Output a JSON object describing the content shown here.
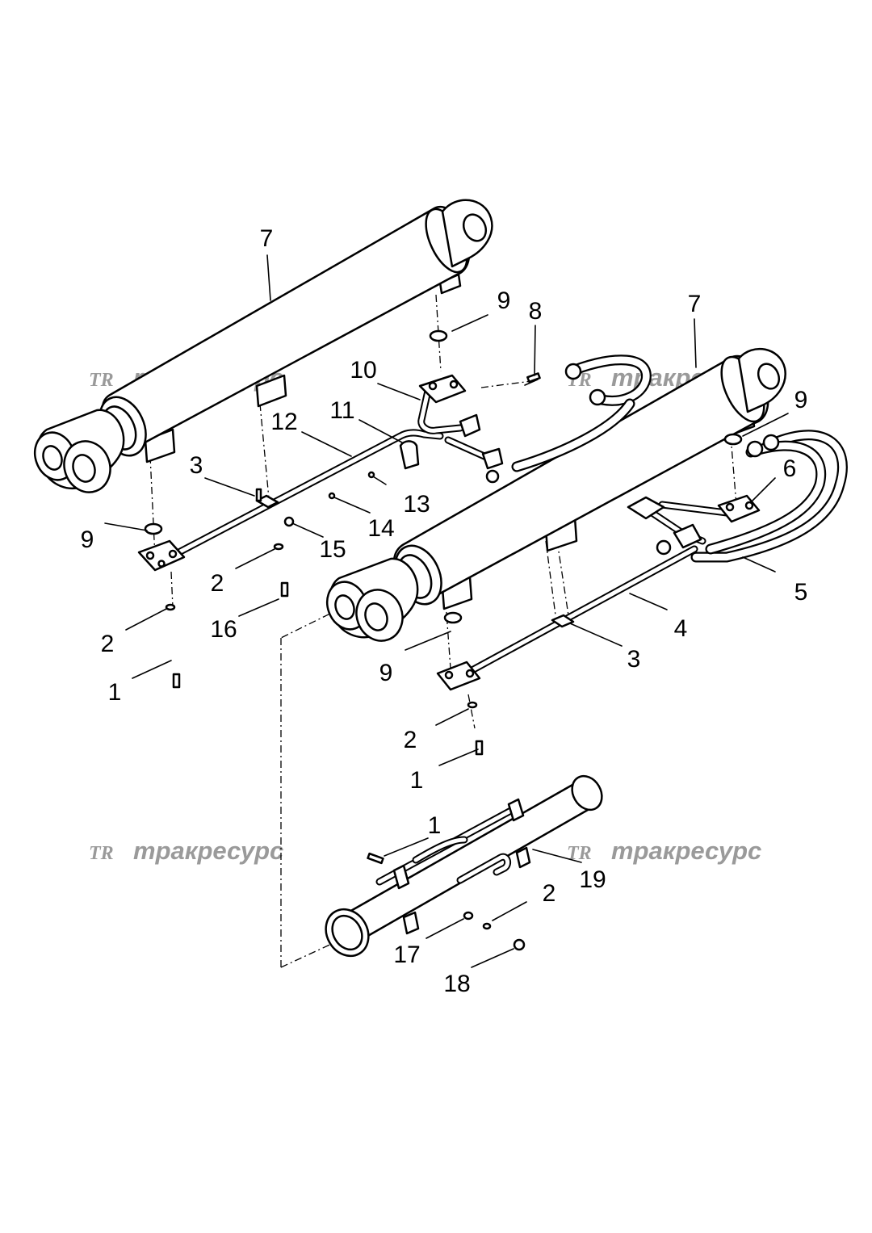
{
  "watermark": {
    "logo": "TR",
    "text": "тракресурс",
    "color": "#9a9a9a"
  },
  "callouts": {
    "c7a": "7",
    "c7b": "7",
    "c9a": "9",
    "c9b": "9",
    "c9c": "9",
    "c9d": "9",
    "c8": "8",
    "c10": "10",
    "c11": "11",
    "c12": "12",
    "c3a": "3",
    "c3b": "3",
    "c13": "13",
    "c14": "14",
    "c15": "15",
    "c16": "16",
    "c6": "6",
    "c5": "5",
    "c4": "4",
    "c2a": "2",
    "c2b": "2",
    "c2c": "2",
    "c2d": "2",
    "c1a": "1",
    "c1b": "1",
    "c1c": "1",
    "c17": "17",
    "c18": "18",
    "c19": "19"
  }
}
